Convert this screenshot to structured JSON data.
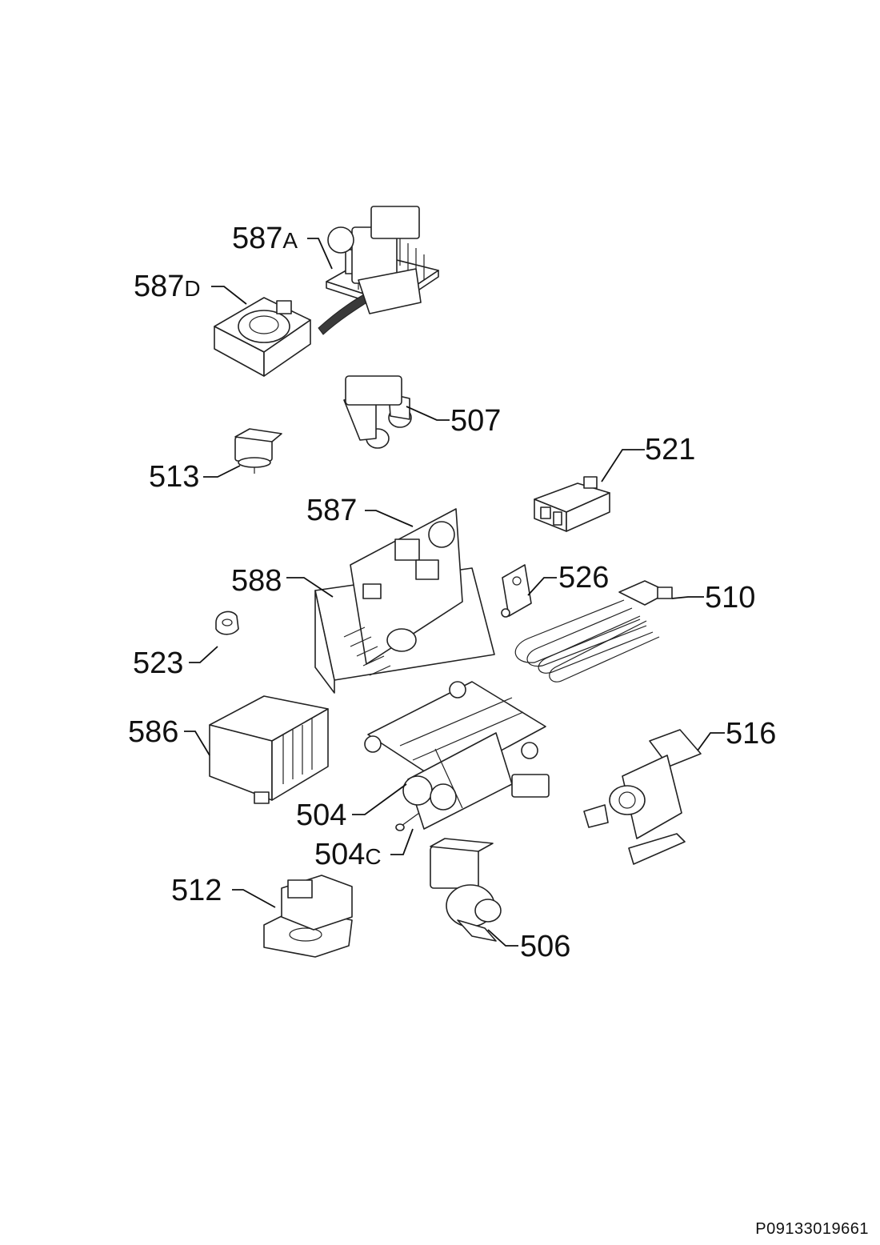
{
  "callouts": [
    {
      "id": "587a",
      "num": "587",
      "suffix": "A"
    },
    {
      "id": "587d",
      "num": "587",
      "suffix": "D"
    },
    {
      "id": "507",
      "num": "507",
      "suffix": ""
    },
    {
      "id": "513",
      "num": "513",
      "suffix": ""
    },
    {
      "id": "521",
      "num": "521",
      "suffix": ""
    },
    {
      "id": "587",
      "num": "587",
      "suffix": ""
    },
    {
      "id": "526",
      "num": "526",
      "suffix": ""
    },
    {
      "id": "588",
      "num": "588",
      "suffix": ""
    },
    {
      "id": "510",
      "num": "510",
      "suffix": ""
    },
    {
      "id": "523",
      "num": "523",
      "suffix": ""
    },
    {
      "id": "586",
      "num": "586",
      "suffix": ""
    },
    {
      "id": "516",
      "num": "516",
      "suffix": ""
    },
    {
      "id": "504",
      "num": "504",
      "suffix": ""
    },
    {
      "id": "504c",
      "num": "504",
      "suffix": "C"
    },
    {
      "id": "512",
      "num": "512",
      "suffix": ""
    },
    {
      "id": "506",
      "num": "506",
      "suffix": ""
    }
  ],
  "document_code": "P09133019661"
}
